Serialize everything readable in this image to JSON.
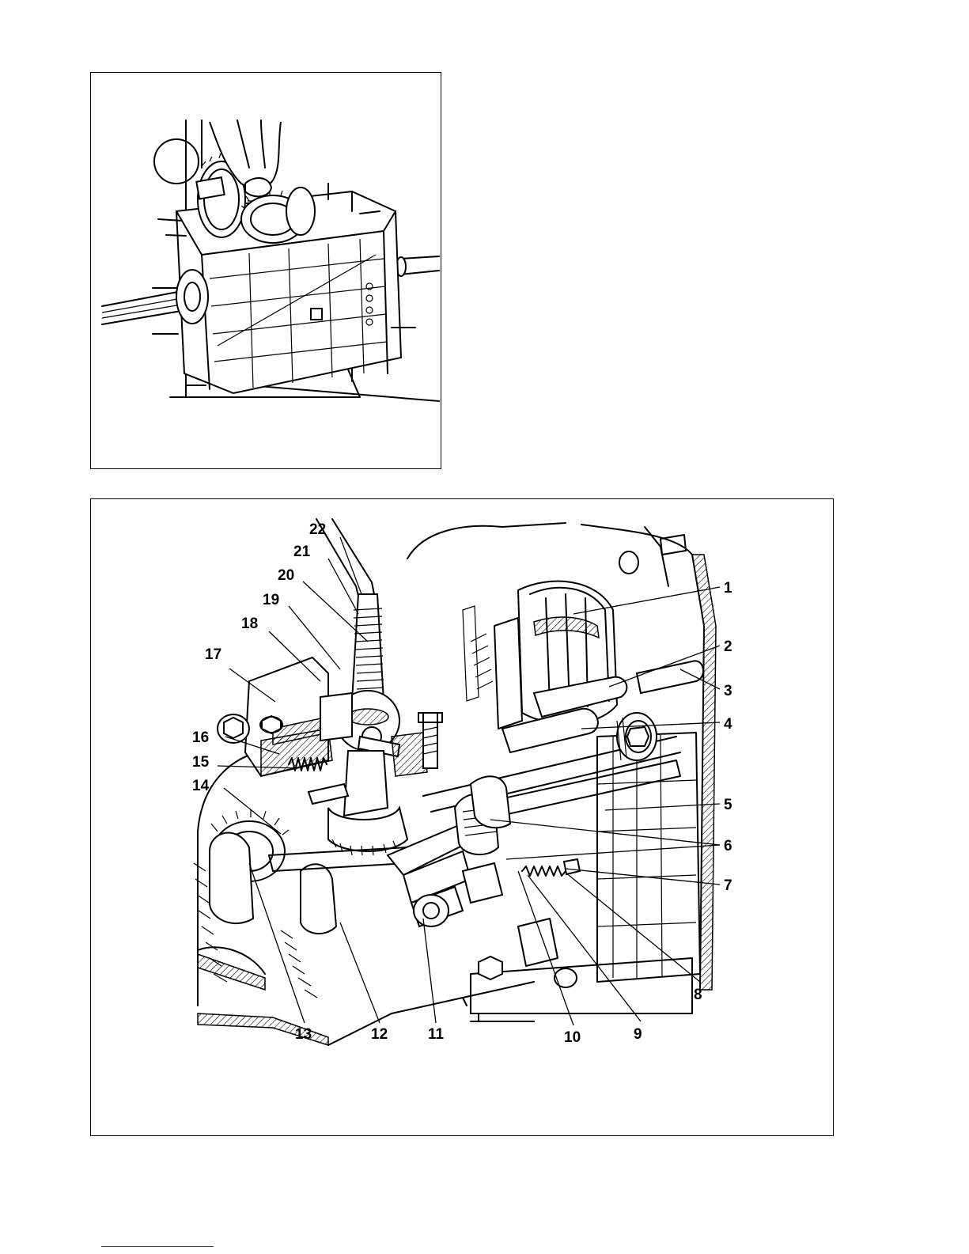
{
  "figures": [
    {
      "id": "fig1",
      "description_visible": false
    },
    {
      "id": "fig2",
      "description_visible": false
    }
  ],
  "callouts": [
    "1",
    "2",
    "3",
    "4",
    "5",
    "6",
    "7",
    "8",
    "9",
    "10",
    "11",
    "12",
    "13",
    "14",
    "15",
    "16",
    "17",
    "18",
    "19",
    "20",
    "21",
    "22"
  ],
  "colors": {
    "ink": "#000000",
    "paper": "#ffffff",
    "link": "#2b3bd6"
  }
}
